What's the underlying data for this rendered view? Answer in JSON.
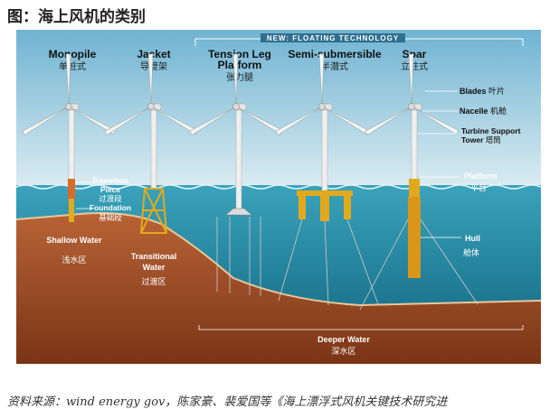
{
  "title": "图：海上风机的类别",
  "banner": "NEW: FLOATING TECHNOLOGY",
  "types": [
    {
      "en": "Monopile",
      "cn": "单桩式"
    },
    {
      "en": "Jacket",
      "cn": "导管架"
    },
    {
      "en_line1": "Tension Leg",
      "en_line2": "Platform",
      "cn": "张力腿"
    },
    {
      "en": "Semi-submersible",
      "cn": "半潜式"
    },
    {
      "en": "Spar",
      "cn": "立柱式"
    }
  ],
  "parts": {
    "blades_en": "Blades",
    "blades_cn": "叶片",
    "nacelle_en": "Nacelle",
    "nacelle_cn": "机舱",
    "tower_en_line1": "Turbine Support",
    "tower_en_line2": "Tower",
    "tower_cn": "塔筒",
    "platform_en": "Platform",
    "platform_cn": "平台",
    "hull_en": "Hull",
    "hull_cn": "舱体",
    "transition_en_line1": "Transition",
    "transition_en_line2": "Piece",
    "transition_cn": "过渡段",
    "foundation_en": "Foundation",
    "foundation_cn": "基础段"
  },
  "zones": {
    "shallow_en": "Shallow Water",
    "shallow_cn": "浅水区",
    "transitional_en_line1": "Transitional",
    "transitional_en_line2": "Water",
    "transitional_cn": "过渡区",
    "deeper_en": "Deeper Water",
    "deeper_cn": "深水区"
  },
  "source": "资料来源：wind energy gov，陈家豪、裴爱国等《海上漂浮式风机关键技术研究进",
  "colors": {
    "sky": "#a9d4e6",
    "sea": "#2b8fa9",
    "seabed": "#a4532a",
    "foundation": "#e3a91d"
  }
}
